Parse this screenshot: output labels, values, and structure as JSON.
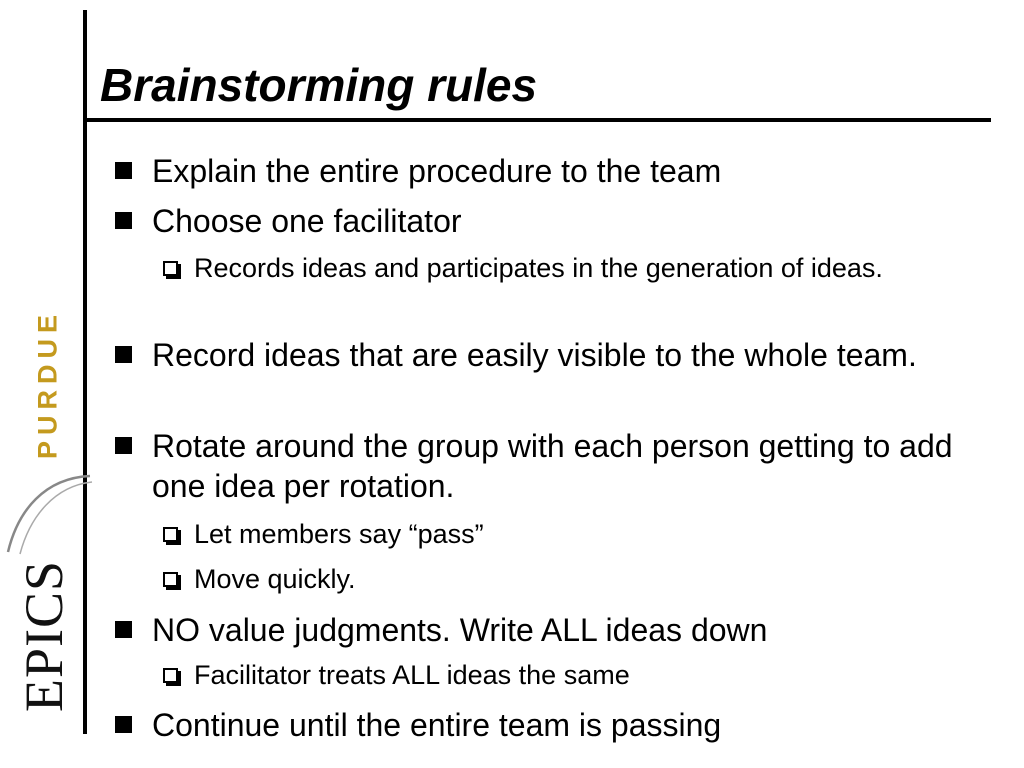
{
  "slide": {
    "title": "Brainstorming rules",
    "bullets": [
      {
        "level": 1,
        "text": "Explain the entire procedure to the team"
      },
      {
        "level": 1,
        "text": "Choose one facilitator"
      },
      {
        "level": 2,
        "text": "Records ideas and participates in the generation of ideas."
      },
      {
        "level": 1,
        "text": "Record ideas that are easily visible to the whole team."
      },
      {
        "level": 1,
        "text": "Rotate around the group with each person getting to add one idea per rotation."
      },
      {
        "level": 2,
        "text": "Let members say “pass”"
      },
      {
        "level": 2,
        "text": "Move quickly."
      },
      {
        "level": 1,
        "text": "NO value judgments.  Write ALL ideas down"
      },
      {
        "level": 2,
        "text": "Facilitator treats ALL ideas the same"
      },
      {
        "level": 1,
        "text": "Continue until the entire team is passing"
      }
    ]
  },
  "branding": {
    "purdue": "PURDUE",
    "epics": "EPICS",
    "purdue_color": "#c49a1e"
  }
}
